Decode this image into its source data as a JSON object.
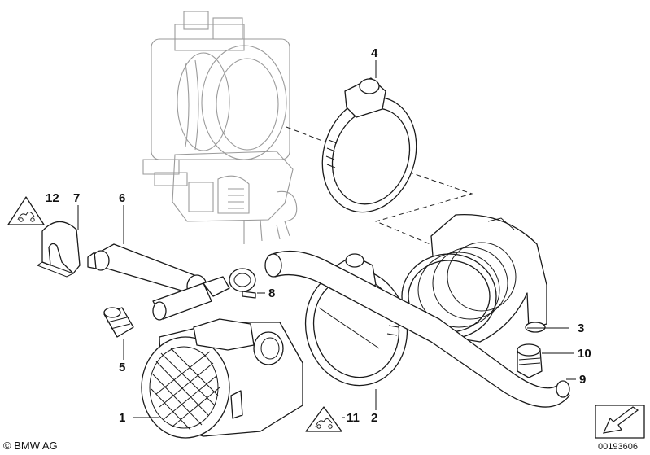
{
  "callouts": {
    "c1": "1",
    "c2": "2",
    "c3": "3",
    "c4": "4",
    "c5": "5",
    "c6": "6",
    "c7": "7",
    "c8": "8",
    "c9": "9",
    "c10": "10",
    "c11": "11",
    "c12": "12"
  },
  "footer": {
    "copyright": "© BMW AG",
    "image_number": "00193606"
  },
  "colors": {
    "line": "#1a1a1a",
    "faded_line": "#9a9a9a",
    "background": "#ffffff"
  },
  "icons": {
    "warning_triangle": "warning-triangle-icon",
    "navigation_arrow": "arrow-down-left-icon"
  }
}
